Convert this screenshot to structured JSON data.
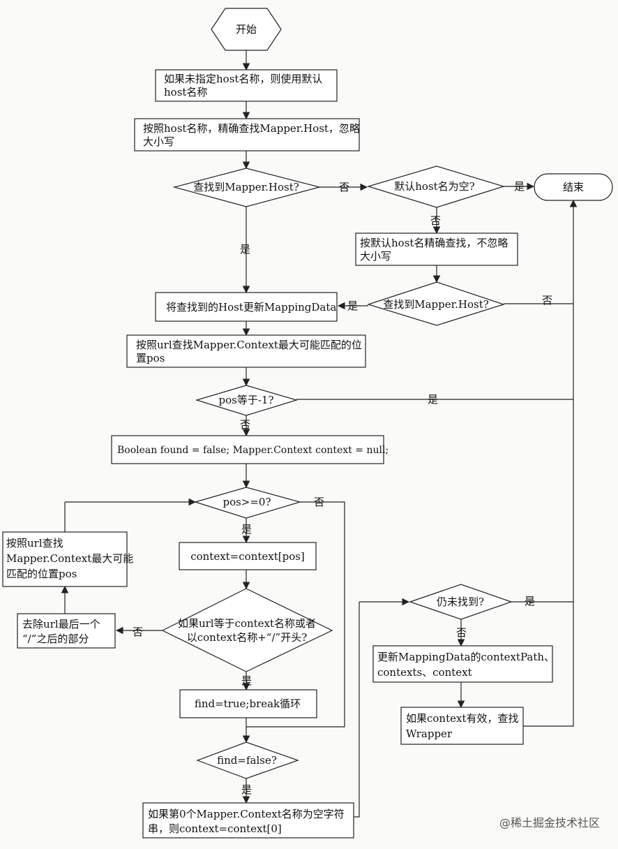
{
  "nodes": {
    "start": "开始",
    "use_default_host": [
      "如果未指定host名称，则使用默认",
      "host名称"
    ],
    "find_host_exact": [
      "按照host名称，精确查找Mapper.Host，忽略",
      "大小写"
    ],
    "found_host_q": "查找到Mapper.Host?",
    "default_host_empty_q": "默认host名为空?",
    "end": "结束",
    "find_default_host": [
      "按默认host名精确查找，不忽略",
      "大小写"
    ],
    "found_host_q2": "查找到Mapper.Host?",
    "update_mappingdata": "将查找到的Host更新MappingData",
    "find_context_pos": [
      "按照url查找Mapper.Context最大可能匹配的位",
      "置pos"
    ],
    "pos_eq_q": "pos等于-1?",
    "init_vars": "Boolean found = false; Mapper.Context context = null;",
    "pos_ge_q": "pos>=0?",
    "context_assign": "context=context[pos]",
    "url_match_q": [
      "如果url等于context名称或者",
      "以context名称+“/”开头?"
    ],
    "find_break": "find=true;break循环",
    "find_false_q": "find=false?",
    "first_context_empty": [
      "如果第0个Mapper.Context名称为空字符",
      "串，则context=context[0]"
    ],
    "strip_url": [
      "去除url最后一个",
      "“/”之后的部分"
    ],
    "find_context_pos2": [
      "按照url查找",
      "Mapper.Context最大可能",
      "匹配的位置pos"
    ],
    "still_not_found_q": "仍未找到?",
    "update_context_path": [
      "更新MappingData的contextPath、",
      "contexts、context"
    ],
    "find_wrapper": [
      "如果context有效，查找",
      "Wrapper"
    ]
  },
  "edge_labels": {
    "no_to_default_empty": "否",
    "yes_to_end": "是",
    "no_below_default_empty": "否",
    "yes_found_host": "是",
    "yes_found_host2": "是",
    "no_found_host2": "否",
    "yes_pos_eq": "是",
    "no_pos_eq": "否",
    "no_pos_ge": "否",
    "yes_pos_ge": "是",
    "no_url_match": "否",
    "yes_url_match": "是",
    "yes_find_false": "是",
    "yes_still_not_found": "是",
    "no_still_not_found": "否"
  },
  "watermark": "@稀土掘金技术社区"
}
